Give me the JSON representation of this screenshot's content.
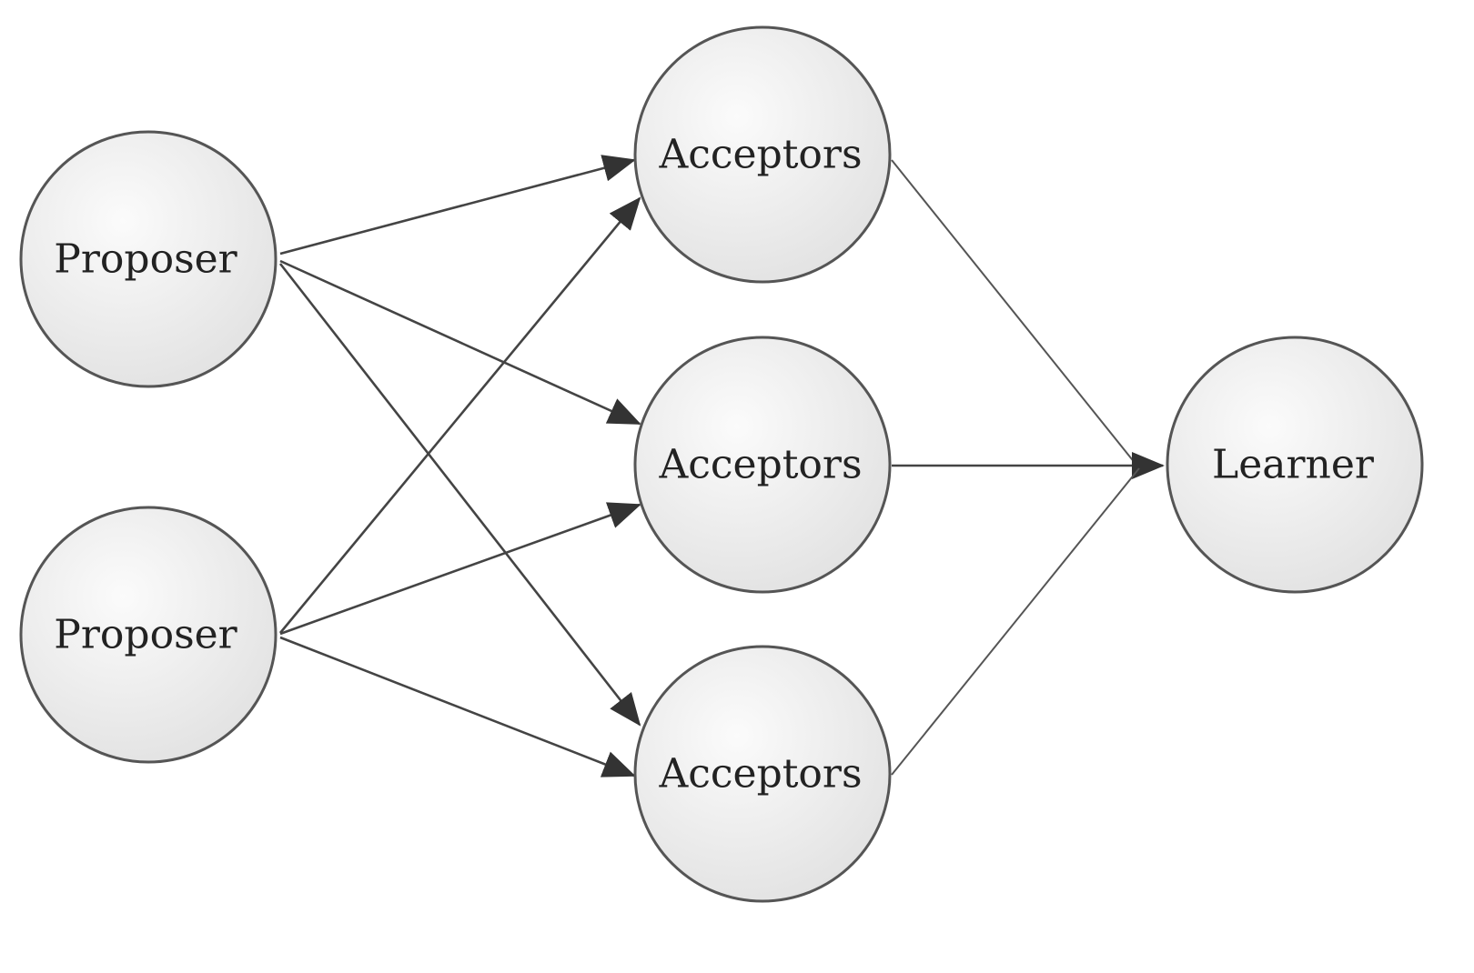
{
  "diagram": {
    "nodes": {
      "proposer_1": "Proposer",
      "proposer_2": "Proposer",
      "acceptors_1": "Acceptors",
      "acceptors_2": "Acceptors",
      "acceptors_3": "Acceptors",
      "learner": "Learner"
    },
    "edges": [
      {
        "from": "proposer_1",
        "to": "acceptors_1"
      },
      {
        "from": "proposer_1",
        "to": "acceptors_2"
      },
      {
        "from": "proposer_1",
        "to": "acceptors_3"
      },
      {
        "from": "proposer_2",
        "to": "acceptors_1"
      },
      {
        "from": "proposer_2",
        "to": "acceptors_2"
      },
      {
        "from": "proposer_2",
        "to": "acceptors_3"
      },
      {
        "from": "acceptors_1",
        "to": "learner"
      },
      {
        "from": "acceptors_2",
        "to": "learner"
      },
      {
        "from": "acceptors_3",
        "to": "learner"
      }
    ],
    "colors": {
      "node_fill_light": "#fafafa",
      "node_fill_dark": "#e3e3e3",
      "stroke": "#555555",
      "arrow": "#333333"
    }
  }
}
